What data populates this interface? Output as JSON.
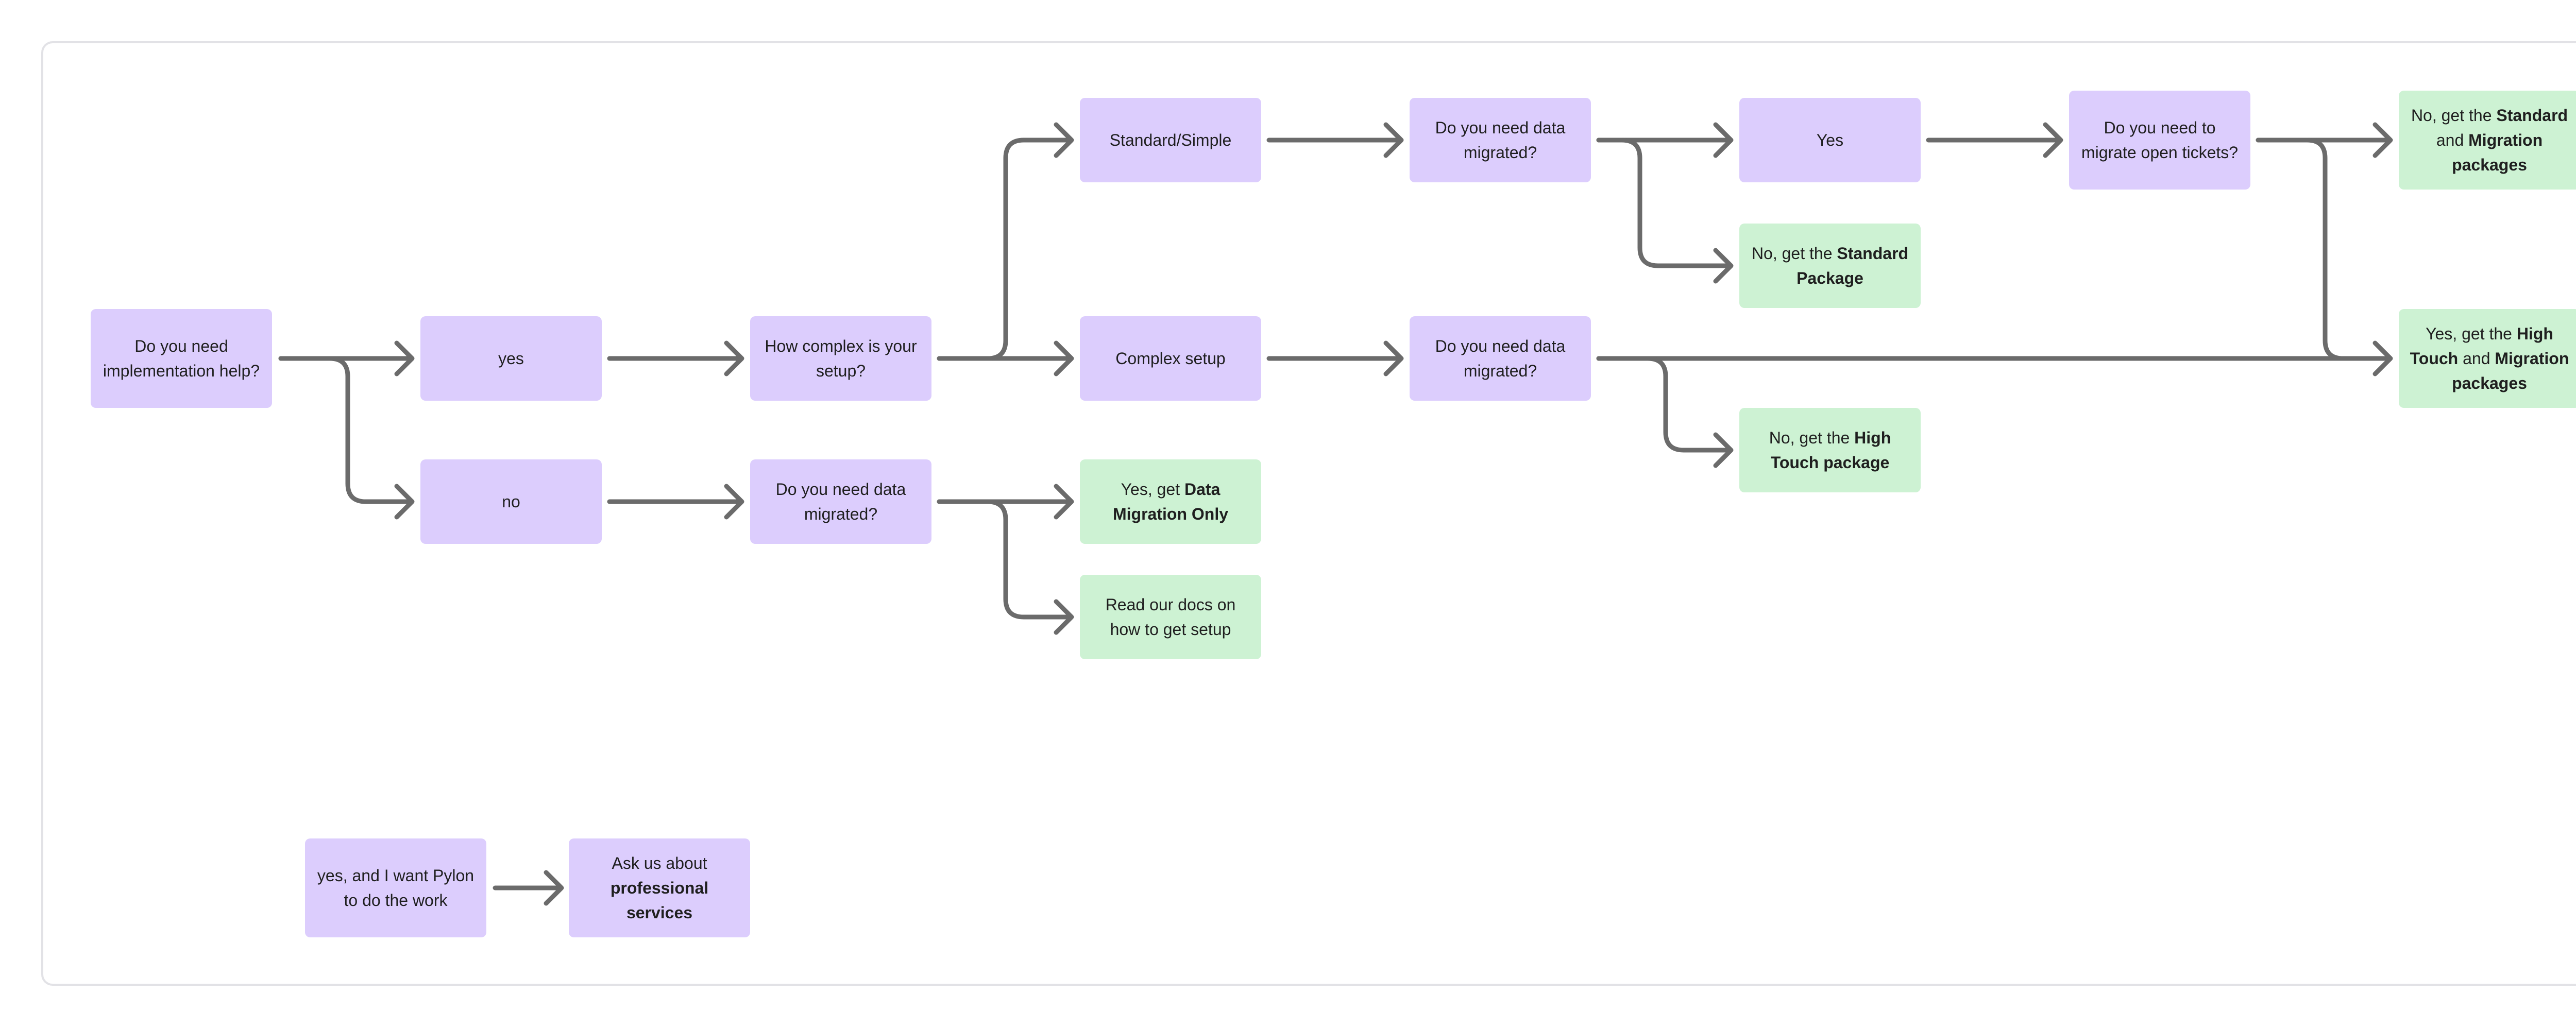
{
  "colors": {
    "question": "#dccdfd",
    "answer": "#cdf2d3",
    "connector": "#6b6b6b",
    "frame_border": "#e2e2e6"
  },
  "nodes": {
    "impl_help": {
      "text": "Do you need implementation help?"
    },
    "yes": {
      "text": "yes"
    },
    "no": {
      "text": "no"
    },
    "how_complex": {
      "text": "How complex is your setup?"
    },
    "no_branch_migrate_q": {
      "text": "Do you need data migrated?"
    },
    "standard_simple": {
      "text": "Standard/Simple"
    },
    "complex_setup": {
      "text": "Complex setup"
    },
    "data_migration_only": {
      "parts": [
        "Yes, get ",
        "Data Migration Only"
      ]
    },
    "read_docs": {
      "text": "Read our docs on how to get setup"
    },
    "std_migrate_q": {
      "text": "Do you need data migrated?"
    },
    "cx_migrate_q": {
      "text": "Do you need data migrated?"
    },
    "std_yes": {
      "text": "Yes"
    },
    "std_no": {
      "parts": [
        "No, get the ",
        "Standard Package"
      ]
    },
    "cx_no": {
      "parts": [
        "No, get the ",
        "High Touch package"
      ]
    },
    "open_tickets_q": {
      "text": "Do you need to migrate open tickets?"
    },
    "std_migration_pkgs": {
      "parts": [
        "No, get the ",
        "Standard",
        " and ",
        "Migration packages"
      ]
    },
    "high_touch_migration_pkgs": {
      "parts": [
        "Yes, get the ",
        "High Touch",
        " and ",
        "Migration packages"
      ]
    },
    "pylon_work": {
      "text": "yes, and I want Pylon to do the work"
    },
    "professional_services": {
      "parts": [
        "Ask us about ",
        "professional services"
      ]
    }
  }
}
